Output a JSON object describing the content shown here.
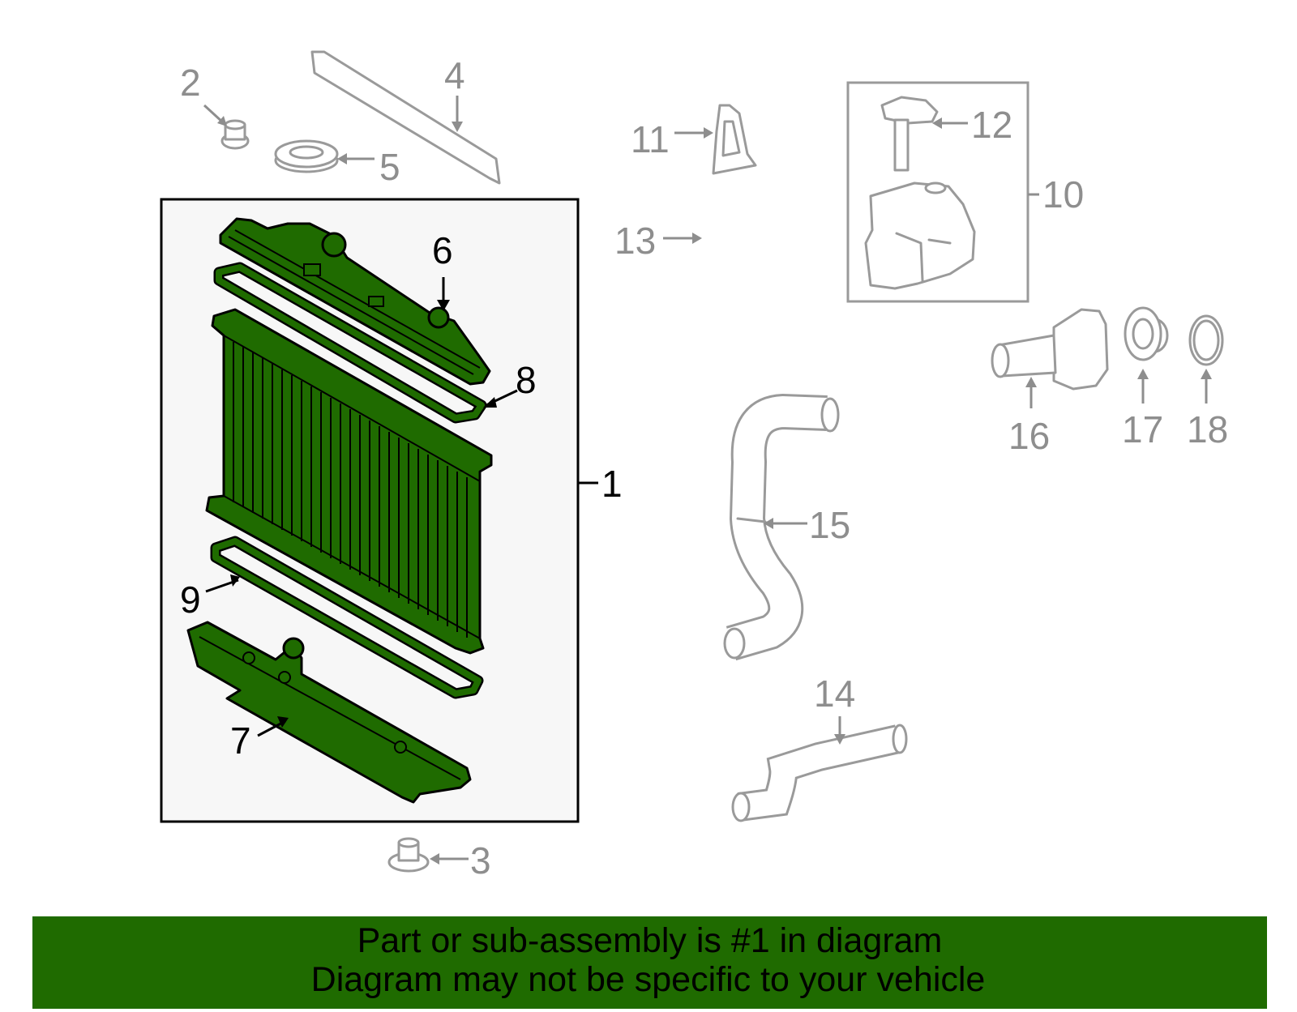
{
  "callouts": {
    "c1": "1",
    "c2": "2",
    "c3": "3",
    "c4": "4",
    "c5": "5",
    "c6": "6",
    "c7": "7",
    "c8": "8",
    "c9": "9",
    "c10": "10",
    "c11": "11",
    "c12": "12",
    "c13": "13",
    "c14": "14",
    "c15": "15",
    "c16": "16",
    "c17": "17",
    "c18": "18"
  },
  "highlighted_parts": [
    "1",
    "6",
    "7",
    "8",
    "9"
  ],
  "colors": {
    "highlight": "#1f6b00",
    "muted": "#9a9a9a",
    "assembly_box_bg": "#f7f7f7"
  },
  "banner": {
    "line1": "Part or sub-assembly is #1 in diagram",
    "line2": "Diagram may not be specific to your vehicle"
  },
  "icons": {
    "bolt": "bolt-icon",
    "radiator_cap": "radiator-cap-icon",
    "seal": "seal-strip-icon",
    "tank": "reservoir-tank-icon",
    "hose": "hose-icon",
    "thermostat": "thermostat-icon",
    "oring": "o-ring-icon",
    "bracket": "bracket-icon"
  }
}
